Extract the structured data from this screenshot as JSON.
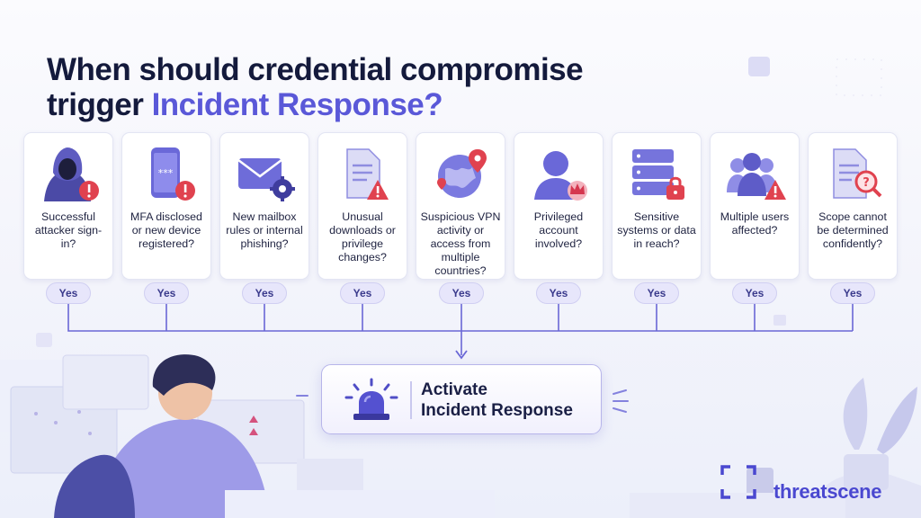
{
  "title": {
    "line1": "When should credential compromise",
    "line2_plain": "trigger ",
    "line2_accent": "Incident Response?"
  },
  "triggers": [
    {
      "label": "Successful attacker sign-in?",
      "icon": "hooded-attacker-icon",
      "answer": "Yes"
    },
    {
      "label": "MFA disclosed or new device registered?",
      "icon": "phone-password-icon",
      "answer": "Yes"
    },
    {
      "label": "New mailbox rules or internal phishing?",
      "icon": "envelope-gear-icon",
      "answer": "Yes"
    },
    {
      "label": "Unusual downloads or privilege changes?",
      "icon": "document-warning-icon",
      "answer": "Yes"
    },
    {
      "label": "Suspicious VPN activity or access from multiple countries?",
      "icon": "globe-location-icon",
      "answer": "Yes"
    },
    {
      "label": "Privileged account involved?",
      "icon": "user-crown-icon",
      "answer": "Yes"
    },
    {
      "label": "Sensitive systems or data in reach?",
      "icon": "server-lock-icon",
      "answer": "Yes"
    },
    {
      "label": "Multiple users affected?",
      "icon": "users-warning-icon",
      "answer": "Yes"
    },
    {
      "label": "Scope cannot be determined confidently?",
      "icon": "document-search-icon",
      "answer": "Yes"
    }
  ],
  "action": {
    "line1": "Activate",
    "line2": "Incident Response",
    "icon": "alarm-siren-icon"
  },
  "brand": {
    "name": "threatscene",
    "icon": "threatscene-logo-icon"
  },
  "colors": {
    "accent": "#5a58d8",
    "title": "#141a3c",
    "warning": "#e0424f",
    "pill": "#e7e6fb"
  }
}
